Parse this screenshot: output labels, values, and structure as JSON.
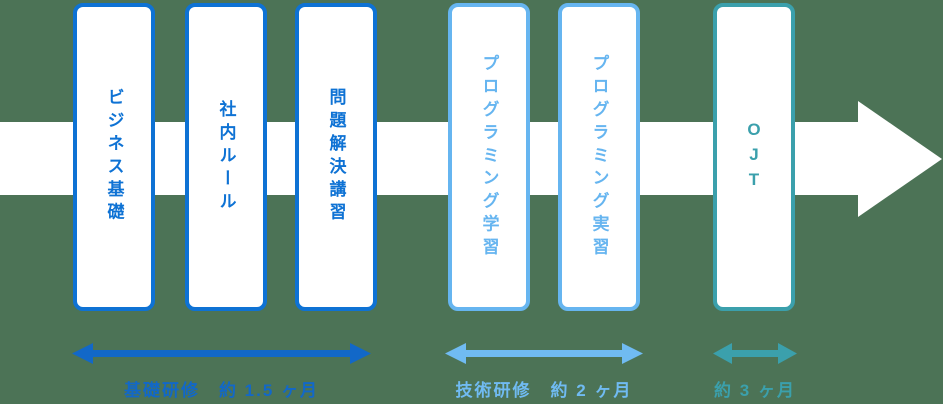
{
  "diagram": {
    "title": "training-flow",
    "stages": [
      {
        "label": "ビジネス基礎",
        "color": "#0E72D4"
      },
      {
        "label": "社内ルール",
        "color": "#0E72D4"
      },
      {
        "label": "問題解決講習",
        "color": "#0E72D4"
      },
      {
        "label": "プログラミング学習",
        "color": "#66B5F0"
      },
      {
        "label": "プログラミング実習",
        "color": "#66B5F0"
      },
      {
        "label": "OJT",
        "color": "#3BA0AC"
      }
    ],
    "phases": [
      {
        "label": "基礎研修　約 1.5 ヶ月",
        "color": "#1268C8"
      },
      {
        "label": "技術研修　約 2 ヶ月",
        "color": "#70BBF2"
      },
      {
        "label": "約 3 ヶ月",
        "color": "#3BA0AC"
      }
    ],
    "colors": {
      "background": "#4C7356",
      "flow_arrow": "#FFFFFF",
      "dark_blue": "#0E72D4",
      "dark_blue_label": "#1268C8",
      "light_blue": "#66B5F0",
      "light_blue_label": "#70BBF2",
      "teal": "#3BA0AC"
    }
  }
}
